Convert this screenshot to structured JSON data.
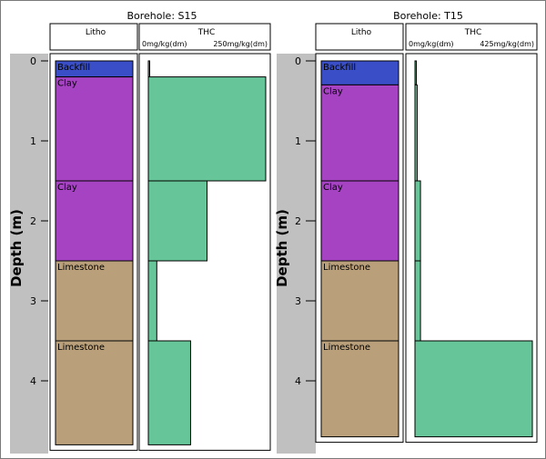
{
  "chart_data": {
    "type": "borehole-log",
    "y_axis": {
      "label": "Depth (m)",
      "ticks": [
        0,
        1,
        2,
        3,
        4
      ],
      "ylim": [
        0,
        4.8
      ]
    },
    "boreholes": [
      {
        "title": "Borehole: S15",
        "litho_header": "Litho",
        "thc_header": "THC",
        "thc_min_label": "0mg/kg(dm)",
        "thc_max_label": "250mg/kg(dm)",
        "thc_max": 250,
        "layers": [
          {
            "name": "Backfill",
            "top": 0.0,
            "bottom": 0.2,
            "color": "#3a4fc7"
          },
          {
            "name": "Clay",
            "top": 0.2,
            "bottom": 1.5,
            "color": "#a543c2"
          },
          {
            "name": "Clay",
            "top": 1.5,
            "bottom": 2.5,
            "color": "#a543c2"
          },
          {
            "name": "Limestone",
            "top": 2.5,
            "bottom": 3.5,
            "color": "#b9a07b"
          },
          {
            "name": "Limestone",
            "top": 3.5,
            "bottom": 4.8,
            "color": "#b9a07b"
          }
        ],
        "thc": [
          {
            "top": 0.0,
            "bottom": 0.2,
            "value": 2
          },
          {
            "top": 0.2,
            "bottom": 1.5,
            "value": 250
          },
          {
            "top": 1.5,
            "bottom": 2.5,
            "value": 125
          },
          {
            "top": 2.5,
            "bottom": 3.5,
            "value": 18
          },
          {
            "top": 3.5,
            "bottom": 4.8,
            "value": 90
          }
        ]
      },
      {
        "title": "Borehole: T15",
        "litho_header": "Litho",
        "thc_header": "THC",
        "thc_min_label": "0mg/kg(dm)",
        "thc_max_label": "425mg/kg(dm)",
        "thc_max": 425,
        "layers": [
          {
            "name": "Backfill",
            "top": 0.0,
            "bottom": 0.3,
            "color": "#3a4fc7"
          },
          {
            "name": "Clay",
            "top": 0.3,
            "bottom": 1.5,
            "color": "#a543c2"
          },
          {
            "name": "Clay",
            "top": 1.5,
            "bottom": 2.5,
            "color": "#a543c2"
          },
          {
            "name": "Limestone",
            "top": 2.5,
            "bottom": 3.5,
            "color": "#b9a07b"
          },
          {
            "name": "Limestone",
            "top": 3.5,
            "bottom": 4.7,
            "color": "#b9a07b"
          }
        ],
        "thc": [
          {
            "top": 0.0,
            "bottom": 0.3,
            "value": 4
          },
          {
            "top": 0.3,
            "bottom": 1.5,
            "value": 8
          },
          {
            "top": 1.5,
            "bottom": 2.5,
            "value": 20
          },
          {
            "top": 2.5,
            "bottom": 3.5,
            "value": 20
          },
          {
            "top": 3.5,
            "bottom": 4.7,
            "value": 425
          }
        ]
      }
    ],
    "colors": {
      "thc_fill": "#67c699",
      "axis_strip": "#c0c0c0"
    }
  }
}
